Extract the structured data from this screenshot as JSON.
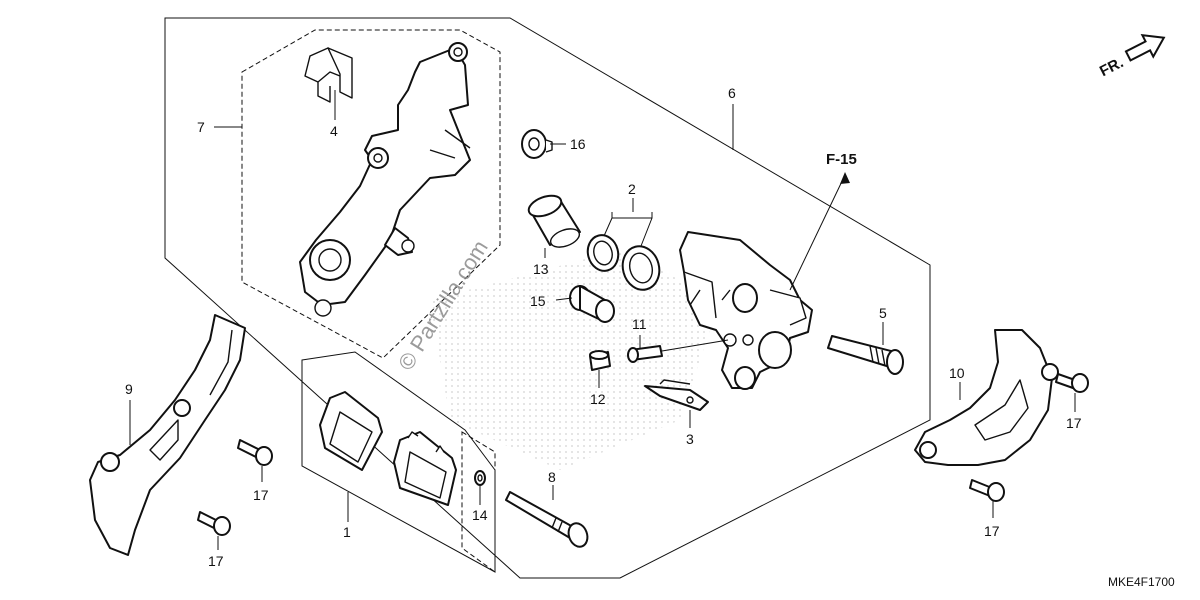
{
  "callouts": {
    "p1": "1",
    "p2": "2",
    "p3": "3",
    "p4": "4",
    "p5": "5",
    "p6": "6",
    "p7": "7",
    "p8": "8",
    "p9": "9",
    "p10": "10",
    "p11": "11",
    "p12": "12",
    "p13": "13",
    "p14": "14",
    "p15": "15",
    "p16": "16",
    "p17a": "17",
    "p17b": "17",
    "p17c": "17",
    "p17d": "17"
  },
  "section_ref": "F-15",
  "front_indicator": "FR.",
  "diagram_code": "MKE4F1700",
  "watermark": "© Partzilla.com",
  "colors": {
    "ink": "#111111",
    "watermark": "#8a8a8a"
  }
}
